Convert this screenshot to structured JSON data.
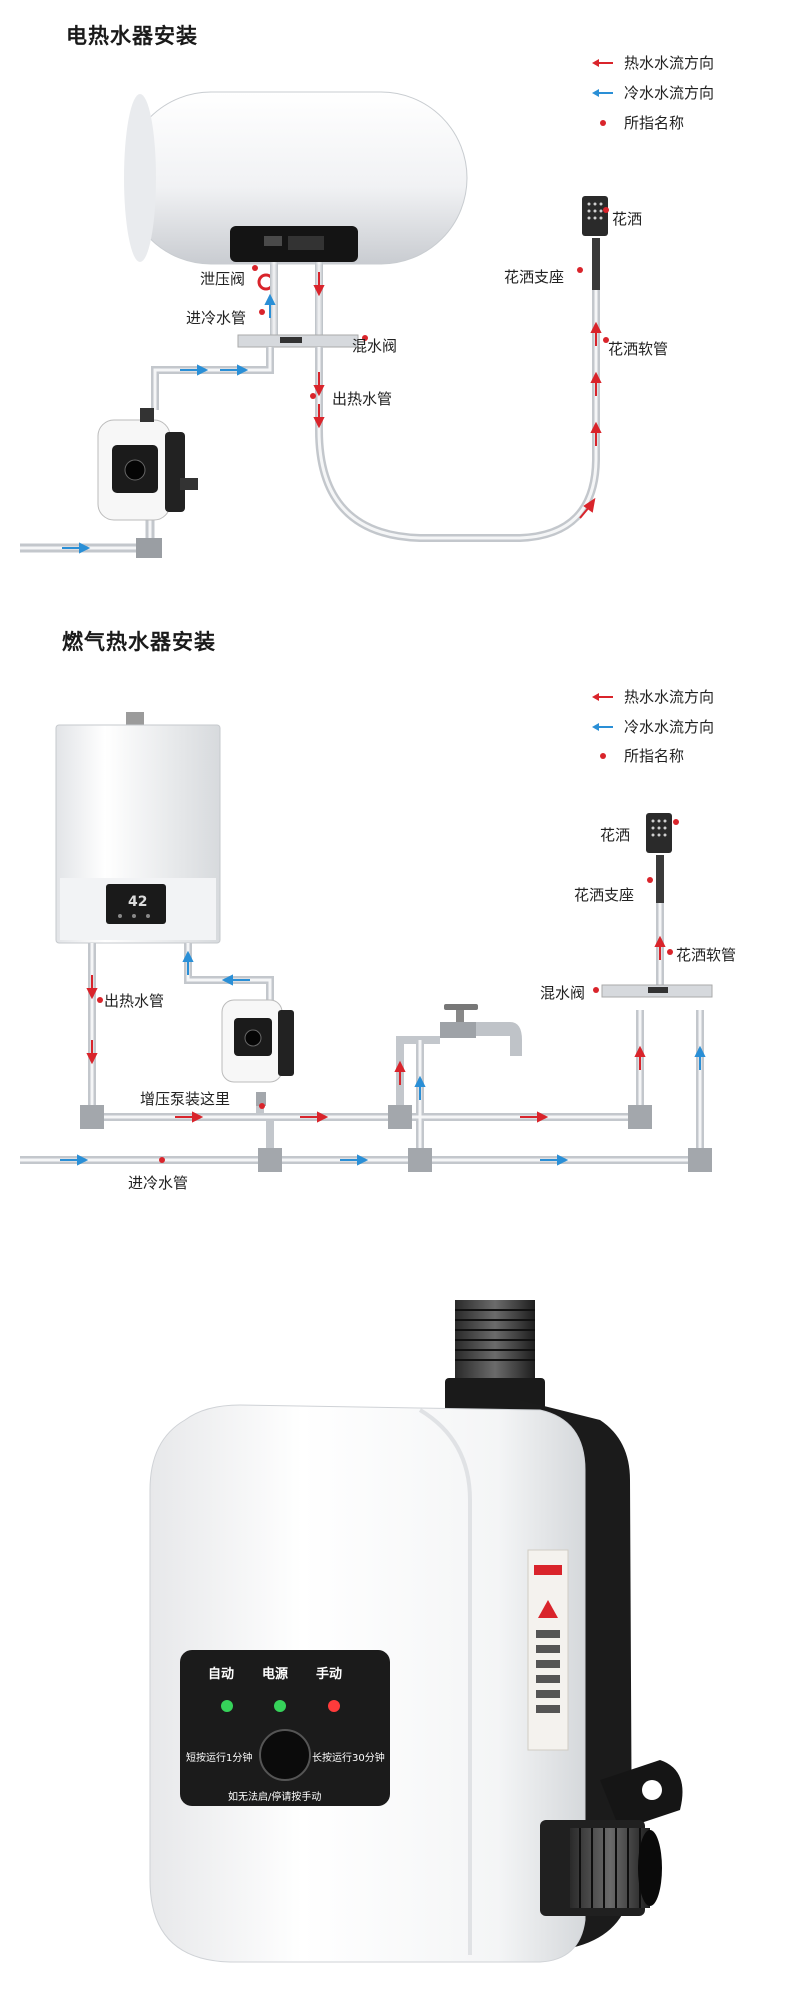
{
  "section1": {
    "title": "电热水器安装",
    "legend": {
      "hot": "热水水流方向",
      "cold": "冷水水流方向",
      "name": "所指名称"
    },
    "labels": {
      "relief_valve": "泄压阀",
      "cold_inlet": "进冷水管",
      "mixing_valve": "混水阀",
      "hot_outlet": "出热水管",
      "shower": "花洒",
      "shower_holder": "花洒支座",
      "shower_hose": "花洒软管"
    }
  },
  "section2": {
    "title": "燃气热水器安装",
    "legend": {
      "hot": "热水水流方向",
      "cold": "冷水水流方向",
      "name": "所指名称"
    },
    "labels": {
      "shower": "花洒",
      "shower_holder": "花洒支座",
      "shower_hose": "花洒软管",
      "mixing_valve": "混水阀",
      "hot_outlet": "出热水管",
      "pump_here": "增压泵装这里",
      "cold_inlet": "进冷水管"
    },
    "display_value": "42"
  },
  "pump": {
    "indicators": [
      "自动",
      "电源",
      "手动"
    ],
    "short_press": "短按运行1分钟",
    "long_press": "长按运行30分钟",
    "hint": "如无法启/停请按手动"
  },
  "colors": {
    "hot_arrow": "#d9242b",
    "cold_arrow": "#2a8fd6",
    "name_dot": "#d9242b",
    "pipe": "#cfd3d8",
    "panel": "#1b1b1b",
    "led_green": "#36d25a",
    "led_red": "#ff3b3b"
  }
}
